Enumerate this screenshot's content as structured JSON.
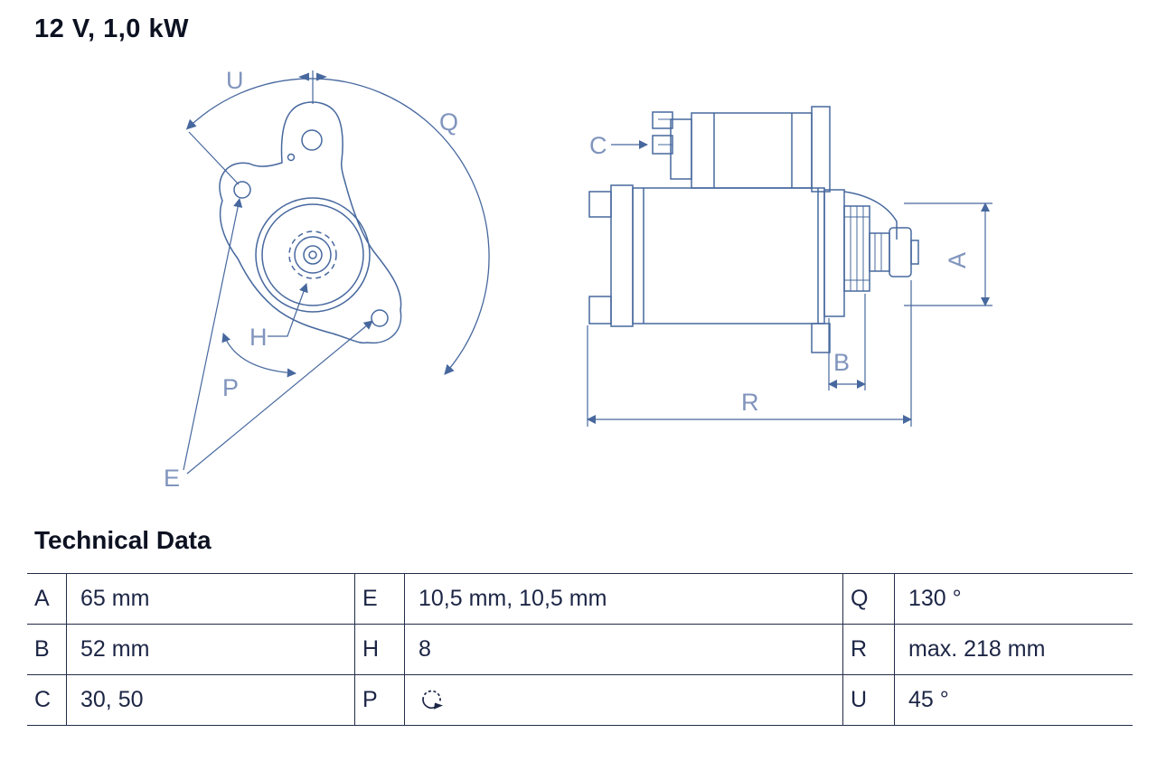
{
  "title": "12 V, 1,0 kW",
  "diagram": {
    "line_color": "#47689E",
    "label_color": "#8094BD",
    "front_view": {
      "labels": {
        "U": "U",
        "Q": "Q",
        "H": "H",
        "P": "P",
        "E": "E"
      }
    },
    "side_view": {
      "labels": {
        "C": "C",
        "A": "A",
        "B": "B",
        "R": "R"
      }
    }
  },
  "technical_data": {
    "heading": "Technical Data",
    "rows": [
      {
        "cells": [
          {
            "key": "A",
            "value": "65 mm"
          },
          {
            "key": "E",
            "value": "10,5 mm, 10,5 mm"
          },
          {
            "key": "Q",
            "value": "130 °"
          }
        ]
      },
      {
        "cells": [
          {
            "key": "B",
            "value": "52 mm"
          },
          {
            "key": "H",
            "value": "8"
          },
          {
            "key": "R",
            "value": "max. 218 mm"
          }
        ]
      },
      {
        "cells": [
          {
            "key": "C",
            "value": "30, 50"
          },
          {
            "key": "P",
            "value": "",
            "icon": "rotation-direction"
          },
          {
            "key": "U",
            "value": "45 °"
          }
        ]
      }
    ]
  }
}
